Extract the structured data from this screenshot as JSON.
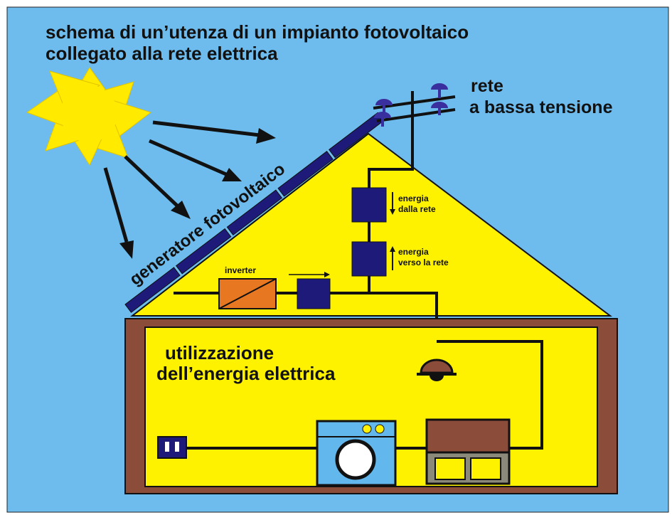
{
  "title": {
    "line1": "schema di un’utenza di un impianto fotovoltaico",
    "line2": "collegato alla rete elettrica"
  },
  "labels": {
    "grid_line1": "rete",
    "grid_line2": "a bassa tensione",
    "pv_generator": "generatore fotovoltaico",
    "inverter": "inverter",
    "energy_from_grid_1": "energia",
    "energy_from_grid_2": "dalla rete",
    "energy_to_grid_1": "energia",
    "energy_to_grid_2": "verso la  rete",
    "usage_line1": "utilizzazione",
    "usage_line2": "dell’energia elettrica"
  },
  "colors": {
    "sky": "#6ebcee",
    "house": "#fff200",
    "wall": "#8b4c3a",
    "panel": "#1e1a7a",
    "inverter": "#e87722",
    "sun": "#ffea00",
    "sun_dark": "#f5d200",
    "appliance": "#62b8ec",
    "wire": "#111111"
  },
  "icons": {
    "sun": "sun-icon",
    "insulators": "insulator-icon",
    "lamp": "lamp-icon",
    "washing_machine": "washing-machine-icon",
    "stove": "stove-icon",
    "socket": "socket-icon"
  }
}
